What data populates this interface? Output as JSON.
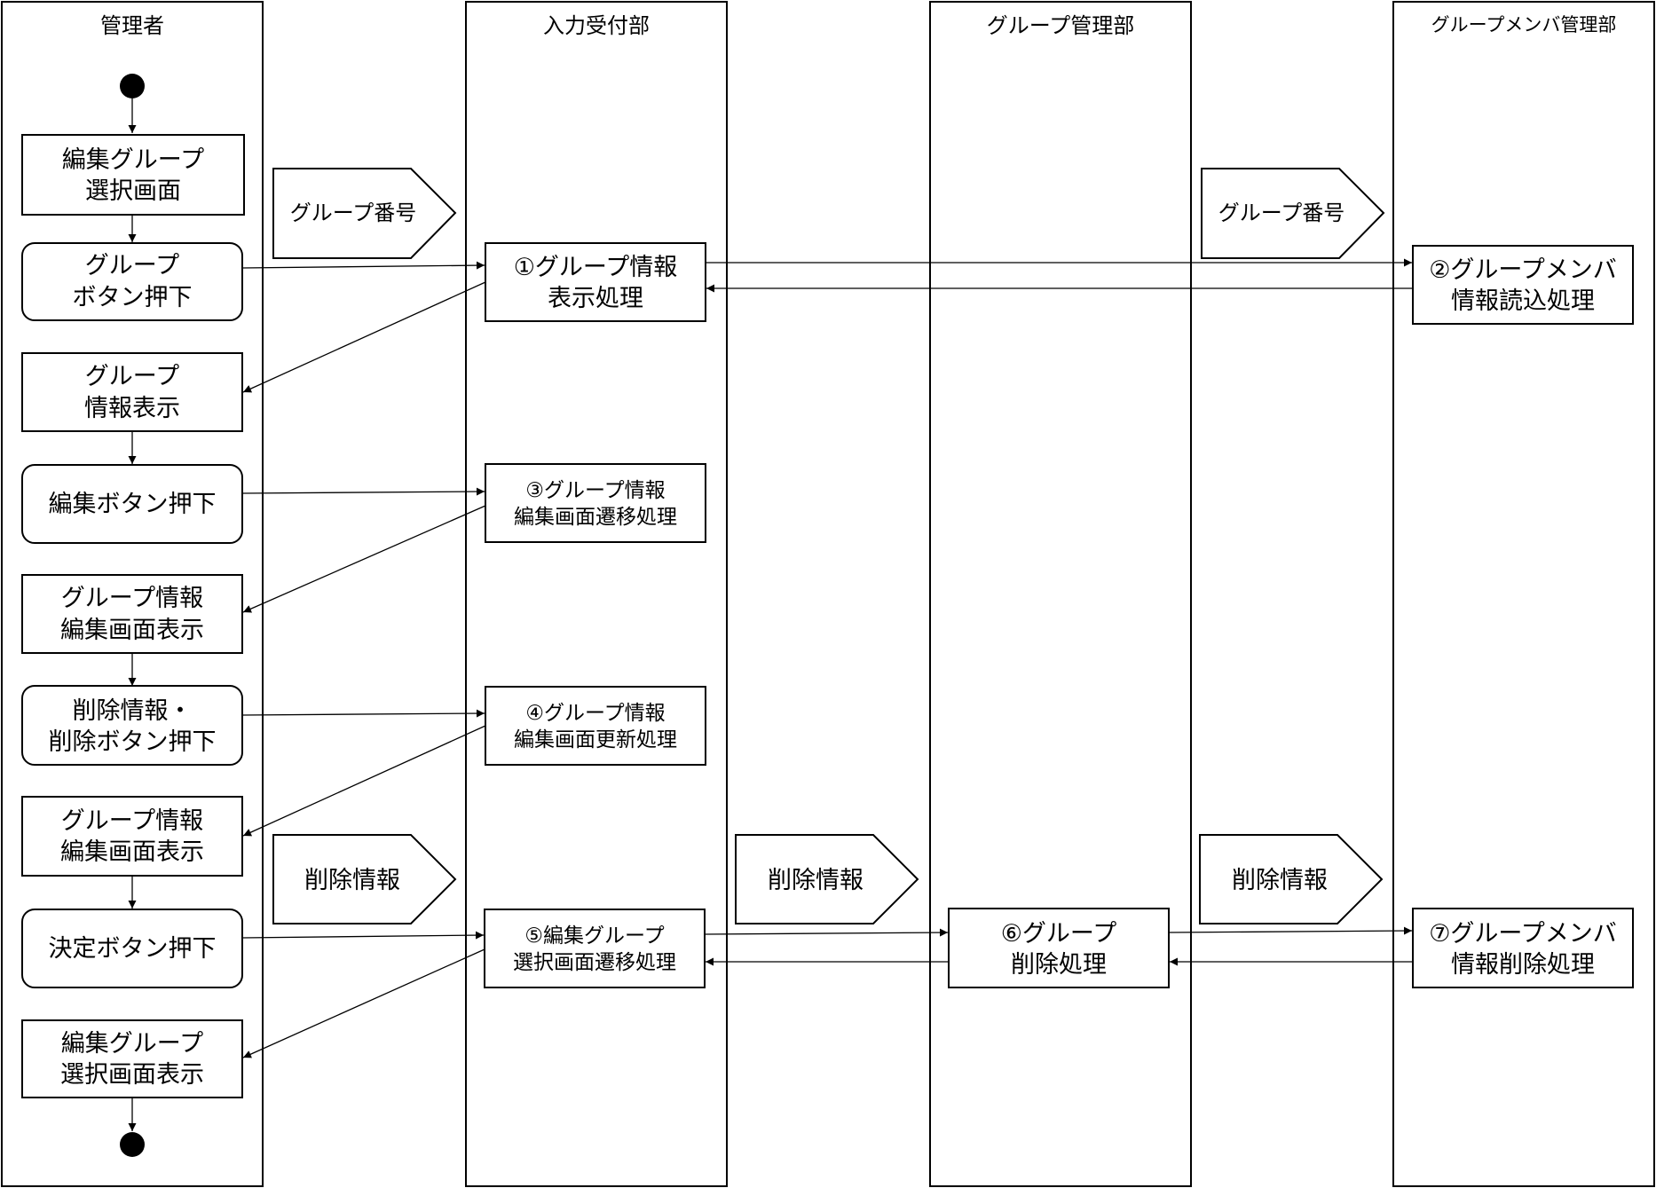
{
  "lanes": {
    "admin": "管理者",
    "input": "入力受付部",
    "group": "グループ管理部",
    "member": "グループメンバ管理部"
  },
  "admin_steps": {
    "edit_select_screen": [
      "編集グループ",
      "選択画面"
    ],
    "group_button": [
      "グループ",
      "ボタン押下"
    ],
    "group_info_display": [
      "グループ",
      "情報表示"
    ],
    "edit_button": [
      "編集ボタン押下"
    ],
    "edit_screen_display_1": [
      "グループ情報",
      "編集画面表示"
    ],
    "delete_button": [
      "削除情報・",
      "削除ボタン押下"
    ],
    "edit_screen_display_2": [
      "グループ情報",
      "編集画面表示"
    ],
    "decide_button": [
      "決定ボタン押下"
    ],
    "edit_select_display": [
      "編集グループ",
      "選択画面表示"
    ]
  },
  "processes": {
    "p1": [
      "①グループ情報",
      "表示処理"
    ],
    "p2": [
      "②グループメンバ",
      "情報読込処理"
    ],
    "p3": [
      "③グループ情報",
      "編集画面遷移処理"
    ],
    "p4": [
      "④グループ情報",
      "編集画面更新処理"
    ],
    "p5": [
      "⑤編集グループ",
      "選択画面遷移処理"
    ],
    "p6": [
      "⑥グループ",
      "削除処理"
    ],
    "p7": [
      "⑦グループメンバ",
      "情報削除処理"
    ]
  },
  "data_flags": {
    "group_number_1": "グループ番号",
    "group_number_2": "グループ番号",
    "delete_info_1": "削除情報",
    "delete_info_2": "削除情報",
    "delete_info_3": "削除情報"
  }
}
